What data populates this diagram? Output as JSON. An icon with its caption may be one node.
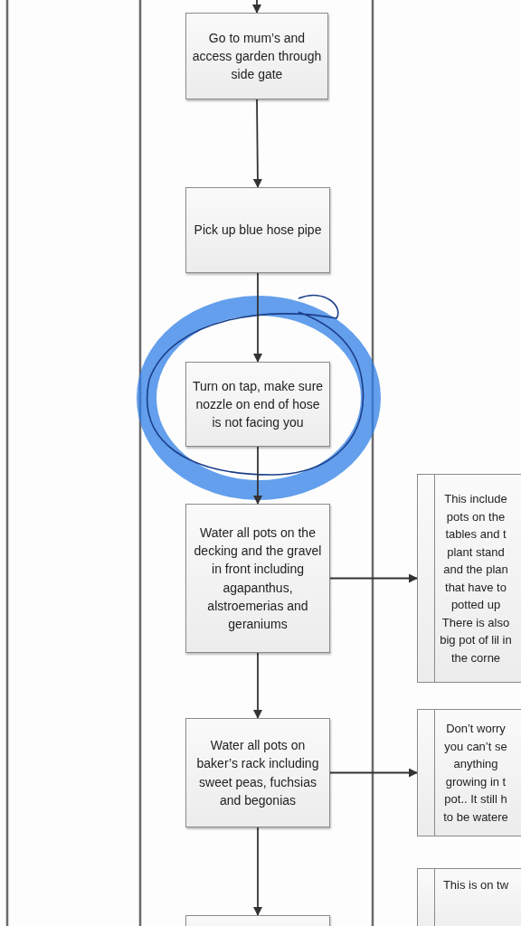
{
  "diagram": {
    "nodes": [
      {
        "text": [
          "Go to mum’s and access garden through side gate"
        ]
      },
      {
        "text": [
          "Pick up blue hose pipe"
        ]
      },
      {
        "text": [
          "Turn on tap, make sure nozzle on end of hose is not facing you"
        ]
      },
      {
        "text": [
          "Water all pots on the decking and the gravel in front including agapanthus, alstroemerias and geraniums"
        ]
      },
      {
        "text": [
          "This include pots on the tables and t plant stand and the plan that have to potted up There is also big pot of lil in the corne"
        ]
      },
      {
        "text": [
          "Water all pots on baker’s rack including sweet peas, fuchsias and begonias"
        ]
      },
      {
        "text": [
          "Don’t worry you can’t se anything growing in t pot.. It still h to be watere"
        ]
      },
      {
        "text": [],
        "shape": "box"
      },
      {
        "text": [
          "This is on tw"
        ]
      }
    ],
    "edges": [
      {
        "from": null,
        "to": 0,
        "arrow": "to"
      },
      {
        "from": 0,
        "to": 1,
        "arrow": "to"
      },
      {
        "from": 1,
        "to": 2,
        "arrow": "to"
      },
      {
        "from": 2,
        "to": 3,
        "arrow": "to"
      },
      {
        "from": 3,
        "to": 4,
        "arrow": "to"
      },
      {
        "from": 3,
        "to": 5,
        "arrow": "to"
      },
      {
        "from": 5,
        "to": 6,
        "arrow": "to"
      },
      {
        "from": 5,
        "to": 7,
        "arrow": "to"
      }
    ]
  }
}
